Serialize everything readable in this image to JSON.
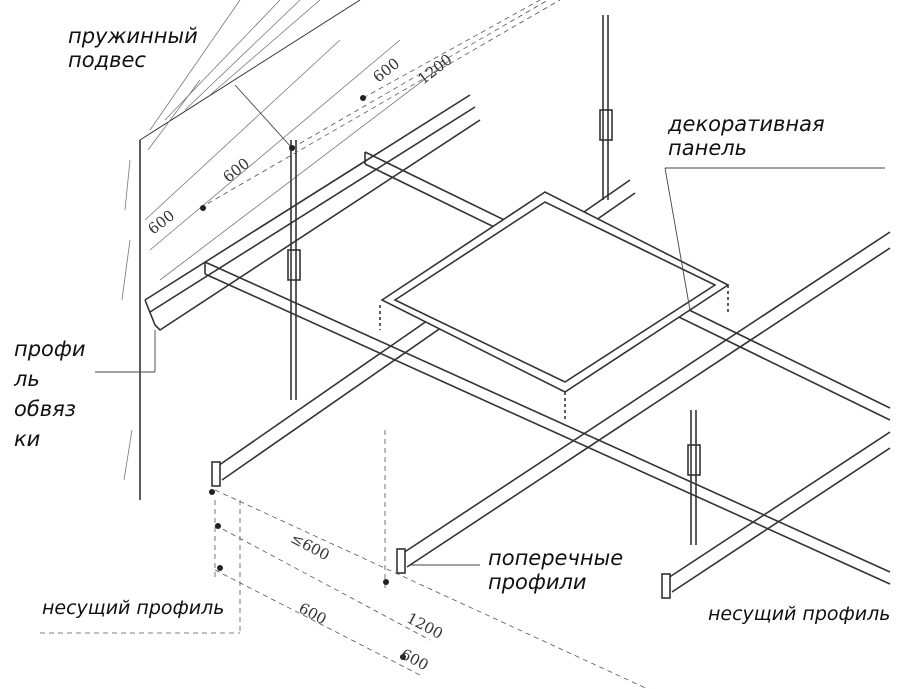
{
  "labels": {
    "spring_hanger": [
      "пружинный",
      "подвес"
    ],
    "decorative_panel": [
      "декоративная",
      "панель"
    ],
    "edge_profile": [
      "профи",
      "ль",
      "обвяз",
      "ки"
    ],
    "cross_profiles": [
      "поперечные",
      "профили"
    ],
    "bearing_profile_left": "несущий профиль",
    "bearing_profile_right": "несущий профиль"
  },
  "dimensions": {
    "top_600": "600",
    "top_1200": "1200",
    "wall_600_a": "600",
    "wall_600_b": "600",
    "bottom_le600": "≤600",
    "bottom_600": "600",
    "bottom_1200": "1200",
    "bottom_600_b": "600"
  },
  "colors": {
    "line": "#333333",
    "text": "#111111"
  }
}
